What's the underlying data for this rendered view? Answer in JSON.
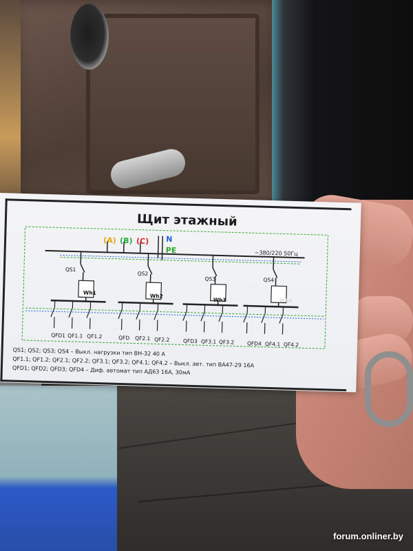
{
  "photo": {
    "watermark": "forum.onliner.by"
  },
  "panel": {
    "title": "Щит этажный",
    "phases": [
      {
        "label": "(A)",
        "color": "#e6a800"
      },
      {
        "label": "(B)",
        "color": "#27a844"
      },
      {
        "label": "(C)",
        "color": "#d42828"
      }
    ],
    "neutral_label": "N",
    "neutral_color": "#1f5fd6",
    "pe_label": "PE",
    "pe_color": "#2fa82f",
    "supply": "~380/220 50Гц",
    "switch_labels": [
      "QS1",
      "QS2",
      "QS3",
      "QS4"
    ],
    "meter_labels": [
      "Wh1",
      "Wh2",
      "Wh3",
      "Wh4"
    ],
    "breaker_labels": [
      "QFD1",
      "QF1.1",
      "QF1.2",
      "QFD",
      "QF2.1",
      "QF2.2",
      "QFD3",
      "QF3.1",
      "QF3.2",
      "QFD4",
      "QF4.1",
      "QF4.2"
    ],
    "legend": [
      "QS1; QS2; QS3; QS4 – Выкл. нагрузки тип ВН-32 40 А",
      "QF1.1; QF1.2; QF2.1; QF2.2; QF3.1; QF3.2; QF4.1; QF4.2 – Выкл. авт. тип ВА47-29 16А",
      "QFD1; QFD2; QFD3; QFD4 – Диф. автомат тип АД63 16А, 30мА"
    ]
  }
}
